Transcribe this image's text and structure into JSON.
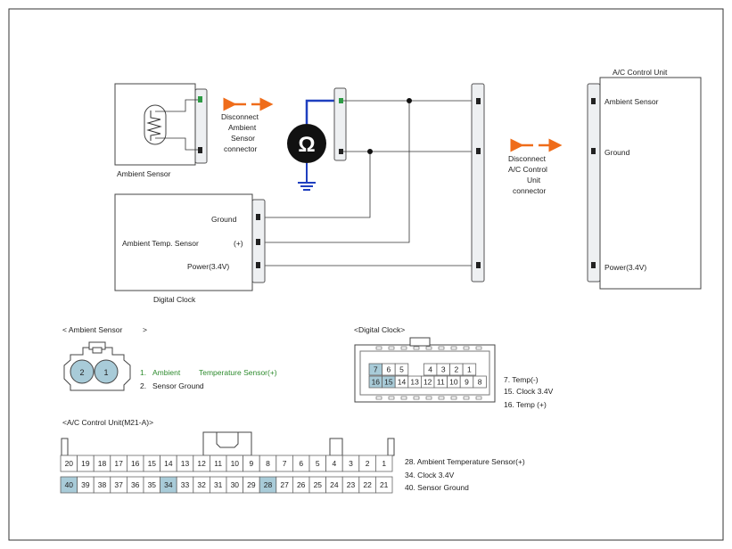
{
  "top": {
    "acu_title": "A/C Control Unit",
    "acu_ambient": "Ambient Sensor",
    "acu_ground": "Ground",
    "acu_power": "Power(3.4V)",
    "ambient_sensor": "Ambient Sensor",
    "disc_ambient": [
      "Disconnect",
      "Ambient",
      "Sensor",
      "connector"
    ],
    "disc_acu": [
      "Disconnect",
      "A/C Control",
      "Unit",
      "connector"
    ],
    "clock_ground": "Ground",
    "clock_amb_temp": "Ambient Temp. Sensor",
    "clock_plus": "(+)",
    "clock_power": "Power(3.4V)",
    "digital_clock": "Digital Clock",
    "ohm_symbol": "Ω"
  },
  "ambient_connector": {
    "title": "< Ambient Sensor",
    "title_end": ">",
    "pins": [
      "2",
      "1"
    ],
    "legend": [
      {
        "num": "1.",
        "a": "Ambient",
        "b": "Temperature Sensor(+)"
      },
      {
        "num": "2.",
        "a": "Sensor Ground",
        "b": ""
      }
    ]
  },
  "clock_connector": {
    "title": "<Digital Clock>",
    "row1": [
      "7",
      "6",
      "5",
      "",
      "4",
      "3",
      "2",
      "1"
    ],
    "row2": [
      "16",
      "15",
      "14",
      "13",
      "12",
      "11",
      "10",
      "9",
      "8"
    ],
    "legend": [
      "7.   Temp(-)",
      "15. Clock 3.4V",
      "16.    Temp      (+)"
    ]
  },
  "acu_connector": {
    "title": "<A/C Control Unit(M21-A)>",
    "row1": [
      "20",
      "19",
      "18",
      "17",
      "16",
      "15",
      "14",
      "13",
      "12",
      "11",
      "10",
      "9",
      "8",
      "7",
      "6",
      "5",
      "4",
      "3",
      "2",
      "1"
    ],
    "row2": [
      "40",
      "39",
      "38",
      "37",
      "36",
      "35",
      "34",
      "33",
      "32",
      "31",
      "30",
      "29",
      "28",
      "27",
      "26",
      "25",
      "24",
      "23",
      "22",
      "21"
    ],
    "legend": [
      "28. Ambient Temperature Sensor(+)",
      "34.    Clock 3.4V",
      "40. Sensor Ground"
    ]
  },
  "colors": {
    "arrow": "#ef6c1a",
    "blue_wire": "#1f3fbf",
    "pin_highlight": "#a8cbd8",
    "green_pin": "#2e9b45"
  }
}
